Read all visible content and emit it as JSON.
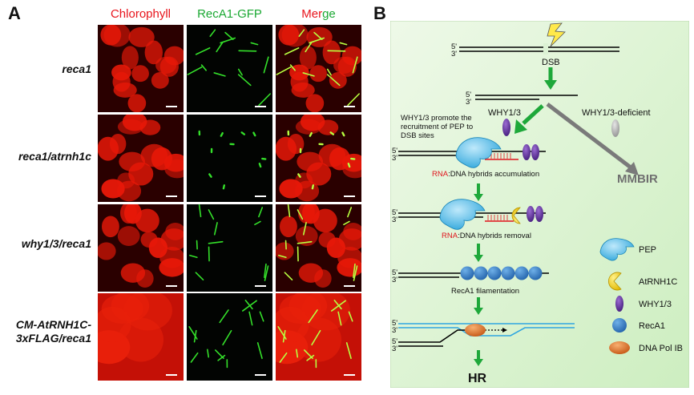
{
  "panel_a": {
    "letter": "A",
    "columns": [
      {
        "label": "Chlorophyll",
        "color": "#e8141c"
      },
      {
        "label": "RecA1-GFP",
        "color": "#1aa832"
      },
      {
        "label_parts": [
          "Mer",
          "ge"
        ],
        "colors": [
          "#e8141c",
          "#1aa832"
        ]
      }
    ],
    "rows": [
      {
        "label_lines": [
          "reca1"
        ]
      },
      {
        "label_lines": [
          "reca1/atrnh1c"
        ]
      },
      {
        "label_lines": [
          "why1/3/reca1"
        ]
      },
      {
        "label_lines": [
          "CM-AtRNH1C-",
          "3xFLAG/reca1"
        ]
      }
    ]
  },
  "panel_b": {
    "letter": "B",
    "background": "#dcf2d4",
    "dsb": "DSB",
    "five_prime": "5'",
    "three_prime": "3'",
    "why13": "WHY1/3",
    "why13_deficient": "WHY1/3-deficient",
    "promote_lines": [
      "WHY1/3 promote the",
      "recruitment of PEP to",
      "DSB sites"
    ],
    "mmbir": "MMBIR",
    "rna": "RNA",
    "hybrids_accum": ":DNA hybrids accumulation",
    "hybrids_removal": ":DNA hybrids removal",
    "filamentation": "RecA1 filamentation",
    "hr": "HR",
    "legend": [
      {
        "label": "PEP",
        "icon": "pep-icon"
      },
      {
        "label": "AtRNH1C",
        "icon": "atrnh1c-icon"
      },
      {
        "label": "WHY1/3",
        "icon": "why13-icon"
      },
      {
        "label": "RecA1",
        "icon": "reca1-icon"
      },
      {
        "label": "DNA Pol IB",
        "icon": "dna-pol-ib-icon"
      }
    ],
    "colors": {
      "arrow": "#1ea83a",
      "gray_arrow": "#7a7a7a",
      "pep": "#34b6e8",
      "atrnh1c": "#f2d51a",
      "why13": "#5a2a92",
      "reca1": "#2e78c0",
      "pol": "#e06a1e",
      "rna": "#e0141c",
      "strand_blue": "#30a6e0"
    }
  }
}
